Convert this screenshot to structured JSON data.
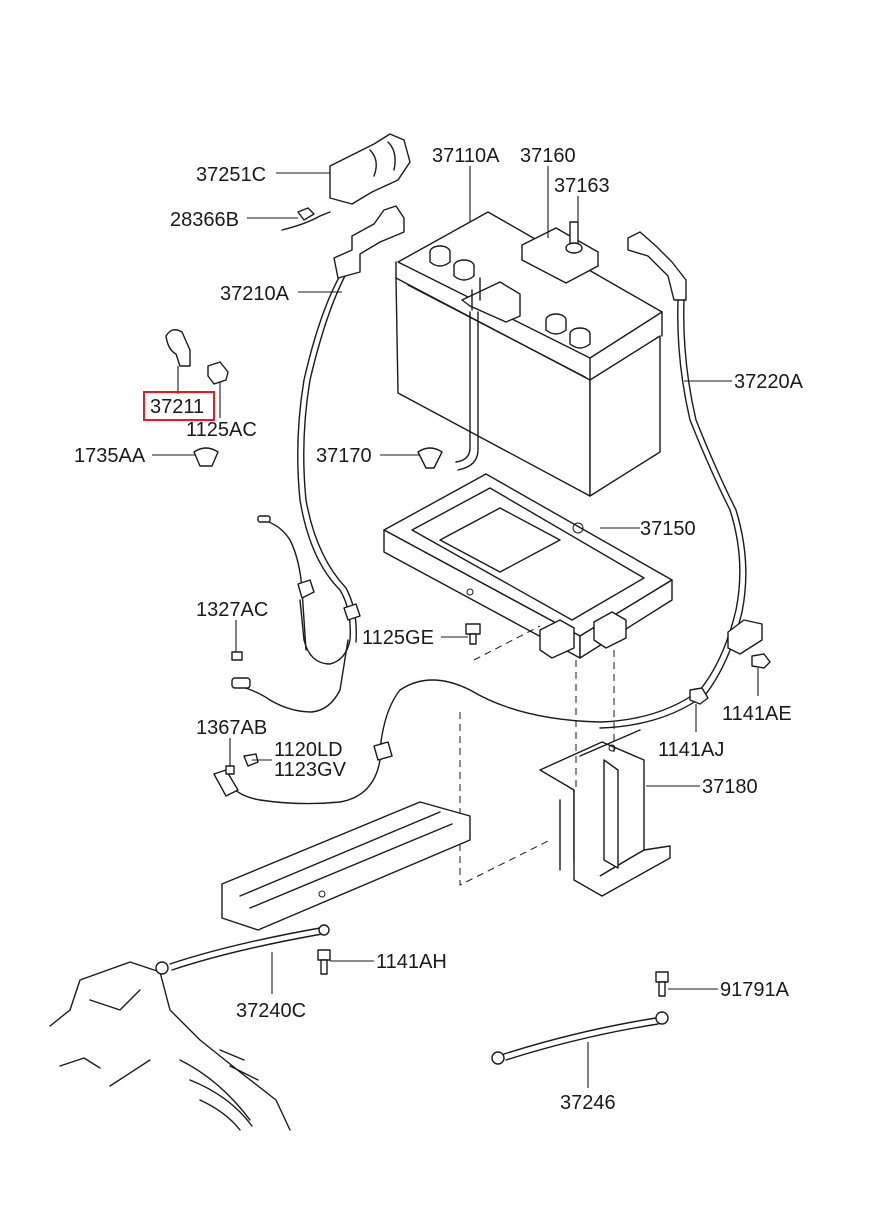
{
  "diagram": {
    "highlight_color": "#e02020",
    "line_color": "#1a1a1a",
    "background": "#ffffff",
    "parts": [
      {
        "id": "p-37251C",
        "label": "37251C"
      },
      {
        "id": "p-28366B",
        "label": "28366B"
      },
      {
        "id": "p-37110A",
        "label": "37110A"
      },
      {
        "id": "p-37160",
        "label": "37160"
      },
      {
        "id": "p-37163",
        "label": "37163"
      },
      {
        "id": "p-37210A",
        "label": "37210A"
      },
      {
        "id": "p-37220A",
        "label": "37220A"
      },
      {
        "id": "p-37211",
        "label": "37211",
        "highlighted": true
      },
      {
        "id": "p-1125AC",
        "label": "1125AC"
      },
      {
        "id": "p-1735AA",
        "label": "1735AA"
      },
      {
        "id": "p-37170",
        "label": "37170"
      },
      {
        "id": "p-37150",
        "label": "37150"
      },
      {
        "id": "p-1327AC",
        "label": "1327AC"
      },
      {
        "id": "p-1125GE",
        "label": "1125GE"
      },
      {
        "id": "p-1141AE",
        "label": "1141AE"
      },
      {
        "id": "p-1141AJ",
        "label": "1141AJ"
      },
      {
        "id": "p-1367AB",
        "label": "1367AB"
      },
      {
        "id": "p-1120LD",
        "label": "1120LD"
      },
      {
        "id": "p-1123GV",
        "label": "1123GV"
      },
      {
        "id": "p-37180",
        "label": "37180"
      },
      {
        "id": "p-1141AH",
        "label": "1141AH"
      },
      {
        "id": "p-37240C",
        "label": "37240C"
      },
      {
        "id": "p-91791A",
        "label": "91791A"
      },
      {
        "id": "p-37246",
        "label": "37246"
      }
    ]
  }
}
